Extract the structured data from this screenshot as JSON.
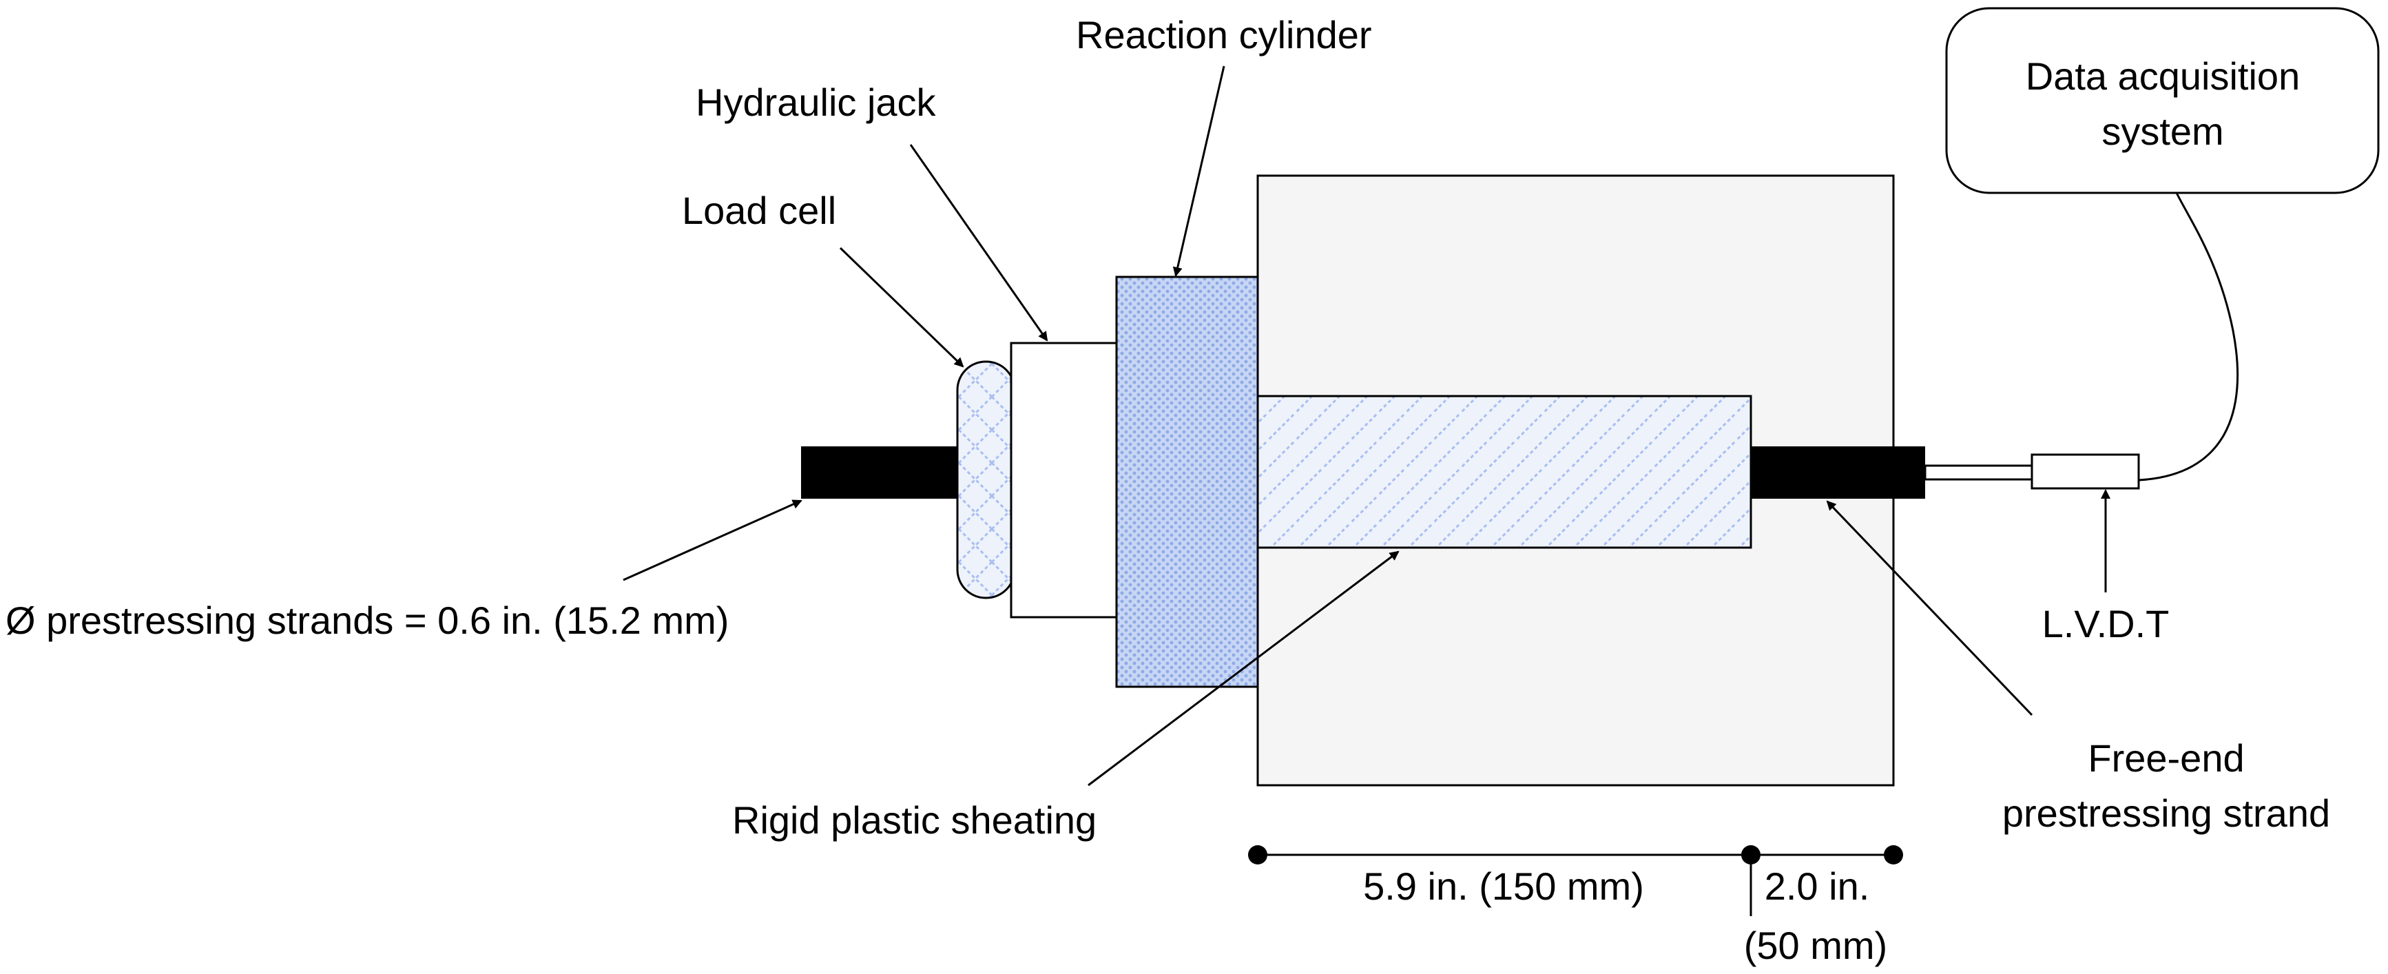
{
  "labels": {
    "reaction_cylinder": "Reaction cylinder",
    "hydraulic_jack": "Hydraulic jack",
    "load_cell": "Load cell",
    "strand_diameter": "Ø prestressing strands = 0.6 in. (15.2 mm)",
    "rigid_sheathing": "Rigid plastic sheating",
    "das_line1": "Data acquisition",
    "das_line2": "system",
    "lvdt": "L.V.D.T",
    "free_end_line1": "Free-end",
    "free_end_line2": "prestressing strand",
    "dim_embedded": "5.9 in. (150 mm)",
    "dim_free_line1": "2.0 in.",
    "dim_free_line2": "(50 mm)"
  },
  "colors": {
    "outline": "#000000",
    "concrete_fill": "#f5f5f5",
    "strand": "#000000",
    "hatch_blue": "#a9bff0",
    "hatch_bg": "#eef2fb"
  }
}
